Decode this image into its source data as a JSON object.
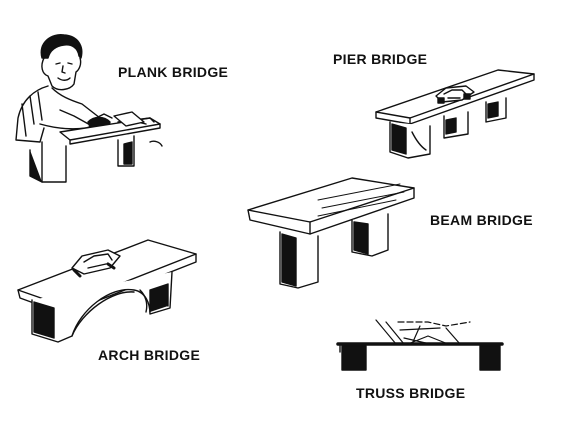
{
  "labels": {
    "plank": "PLANK BRIDGE",
    "pier": "PIER BRIDGE",
    "beam": "BEAM BRIDGE",
    "arch": "ARCH BRIDGE",
    "truss": "TRUSS BRIDGE"
  },
  "colors": {
    "ink": "#111111",
    "paper": "#ffffff"
  }
}
